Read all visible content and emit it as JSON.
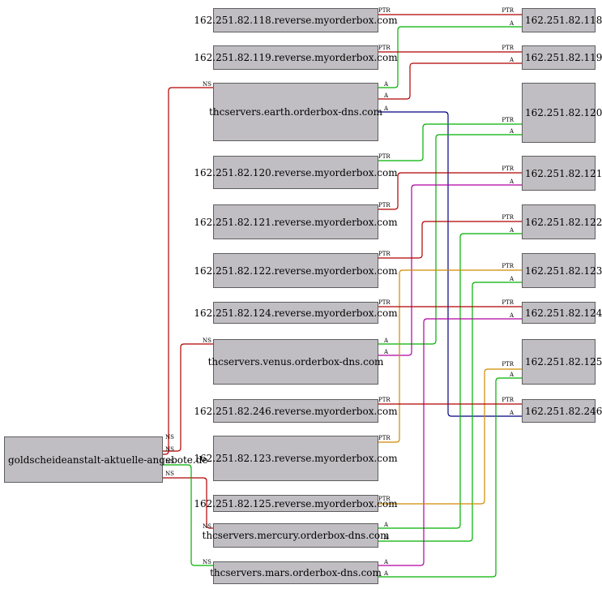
{
  "nodes": {
    "domain": "goldscheideanstalt-aktuelle-angebote.de",
    "ns_earth": "thcservers.earth.orderbox-dns.com",
    "ns_venus": "thcservers.venus.orderbox-dns.com",
    "ns_mercury": "thcservers.mercury.orderbox-dns.com",
    "ns_mars": "thcservers.mars.orderbox-dns.com",
    "rev_118": "162.251.82.118.reverse.myorderbox.com",
    "rev_119": "162.251.82.119.reverse.myorderbox.com",
    "rev_120": "162.251.82.120.reverse.myorderbox.com",
    "rev_121": "162.251.82.121.reverse.myorderbox.com",
    "rev_122": "162.251.82.122.reverse.myorderbox.com",
    "rev_124": "162.251.82.124.reverse.myorderbox.com",
    "rev_246": "162.251.82.246.reverse.myorderbox.com",
    "rev_123": "162.251.82.123.reverse.myorderbox.com",
    "rev_125": "162.251.82.125.reverse.myorderbox.com",
    "ip_118": "162.251.82.118",
    "ip_119": "162.251.82.119",
    "ip_120": "162.251.82.120",
    "ip_121": "162.251.82.121",
    "ip_122": "162.251.82.122",
    "ip_123": "162.251.82.123",
    "ip_124": "162.251.82.124",
    "ip_125": "162.251.82.125",
    "ip_246": "162.251.82.246"
  },
  "edge_types": {
    "ns": "NS",
    "a": "A",
    "ptr": "PTR"
  },
  "colors": {
    "red": "#b00000",
    "green": "#00b000",
    "navy": "#000080",
    "magenta": "#b000a0",
    "orange": "#d08a00",
    "node_fill": "#c0bec3",
    "node_border": "#5e5e5e"
  },
  "edges": [
    {
      "from": "domain",
      "to": "ns_earth",
      "type": "ns",
      "color": "red"
    },
    {
      "from": "domain",
      "to": "ns_venus",
      "type": "ns",
      "color": "red"
    },
    {
      "from": "domain",
      "to": "ns_mercury",
      "type": "ns",
      "color": "red"
    },
    {
      "from": "domain",
      "to": "ns_mars",
      "type": "ns",
      "color": "green"
    },
    {
      "from": "ns_earth",
      "to": "ip_118",
      "type": "a",
      "color": "green"
    },
    {
      "from": "ns_earth",
      "to": "ip_119",
      "type": "a",
      "color": "red"
    },
    {
      "from": "ns_earth",
      "to": "ip_246",
      "type": "a",
      "color": "navy"
    },
    {
      "from": "ns_venus",
      "to": "ip_120",
      "type": "a",
      "color": "green"
    },
    {
      "from": "ns_venus",
      "to": "ip_121",
      "type": "a",
      "color": "magenta"
    },
    {
      "from": "ns_mercury",
      "to": "ip_122",
      "type": "a",
      "color": "green"
    },
    {
      "from": "ns_mercury",
      "to": "ip_123",
      "type": "a",
      "color": "green"
    },
    {
      "from": "ns_mars",
      "to": "ip_124",
      "type": "a",
      "color": "magenta"
    },
    {
      "from": "ns_mars",
      "to": "ip_125",
      "type": "a",
      "color": "green"
    },
    {
      "from": "rev_118",
      "to": "ip_118",
      "type": "ptr",
      "color": "red"
    },
    {
      "from": "rev_119",
      "to": "ip_119",
      "type": "ptr",
      "color": "red"
    },
    {
      "from": "rev_120",
      "to": "ip_120",
      "type": "ptr",
      "color": "green"
    },
    {
      "from": "rev_121",
      "to": "ip_121",
      "type": "ptr",
      "color": "red"
    },
    {
      "from": "rev_122",
      "to": "ip_122",
      "type": "ptr",
      "color": "red"
    },
    {
      "from": "rev_123",
      "to": "ip_123",
      "type": "ptr",
      "color": "orange"
    },
    {
      "from": "rev_124",
      "to": "ip_124",
      "type": "ptr",
      "color": "red"
    },
    {
      "from": "rev_125",
      "to": "ip_125",
      "type": "ptr",
      "color": "orange"
    },
    {
      "from": "rev_246",
      "to": "ip_246",
      "type": "ptr",
      "color": "red"
    }
  ]
}
